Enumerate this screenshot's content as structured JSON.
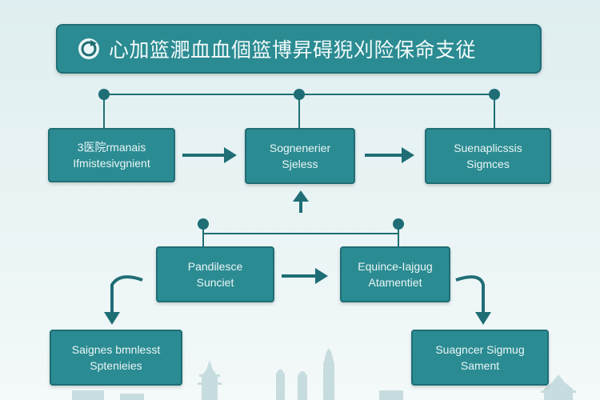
{
  "title": {
    "text": "心加篮淝血血個篮博昇碍猊刈险保命支従",
    "logo_icon": "circular-arrow-icon"
  },
  "top_row": [
    {
      "line1": "3医院rmanais",
      "line2": "Ifmistesivgnient"
    },
    {
      "line1": "Sognenerier",
      "line2": "Sjeless"
    },
    {
      "line1": "Suenaplicssis",
      "line2": "Sigmces"
    }
  ],
  "middle_row": [
    {
      "line1": "Pandilesce",
      "line2": "Sunciet"
    },
    {
      "line1": "Equince-Iajgug",
      "line2": "Atamentiet"
    }
  ],
  "bottom_row": [
    {
      "line1": "Saignes bmnlesst",
      "line2": "Sptenieies"
    },
    {
      "line1": "Suagncer Sigmug",
      "line2": "Sament"
    }
  ],
  "colors": {
    "box_fill": "#2b8b92",
    "box_border": "#1f6e75",
    "connector": "#1f6e75",
    "background": "#e6f2f3"
  }
}
